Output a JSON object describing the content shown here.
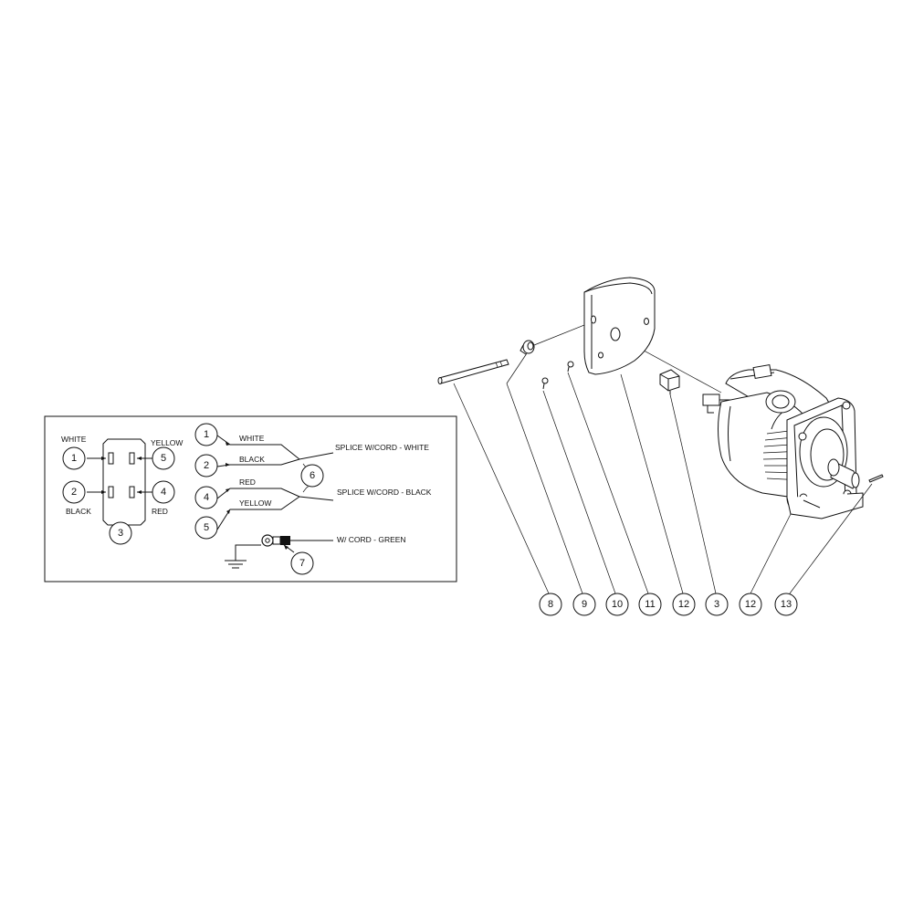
{
  "wiring": {
    "plug_labels": {
      "white": "WHITE",
      "yellow": "YELLOW",
      "black": "BLACK",
      "red": "RED"
    },
    "plug_callouts": [
      "1",
      "5",
      "2",
      "4",
      "3"
    ],
    "wire_callouts": [
      "1",
      "2",
      "4",
      "5",
      "6",
      "7"
    ],
    "wire_labels": {
      "white": "WHITE",
      "black": "BLACK",
      "red": "RED",
      "yellow": "YELLOW"
    },
    "splice_white": "SPLICE W/CORD - WHITE",
    "splice_black": "SPLICE W/CORD - BLACK",
    "ground_cord": "W/ CORD - GREEN"
  },
  "exploded": {
    "callouts": [
      "8",
      "9",
      "10",
      "11",
      "12",
      "3",
      "12",
      "13"
    ]
  }
}
